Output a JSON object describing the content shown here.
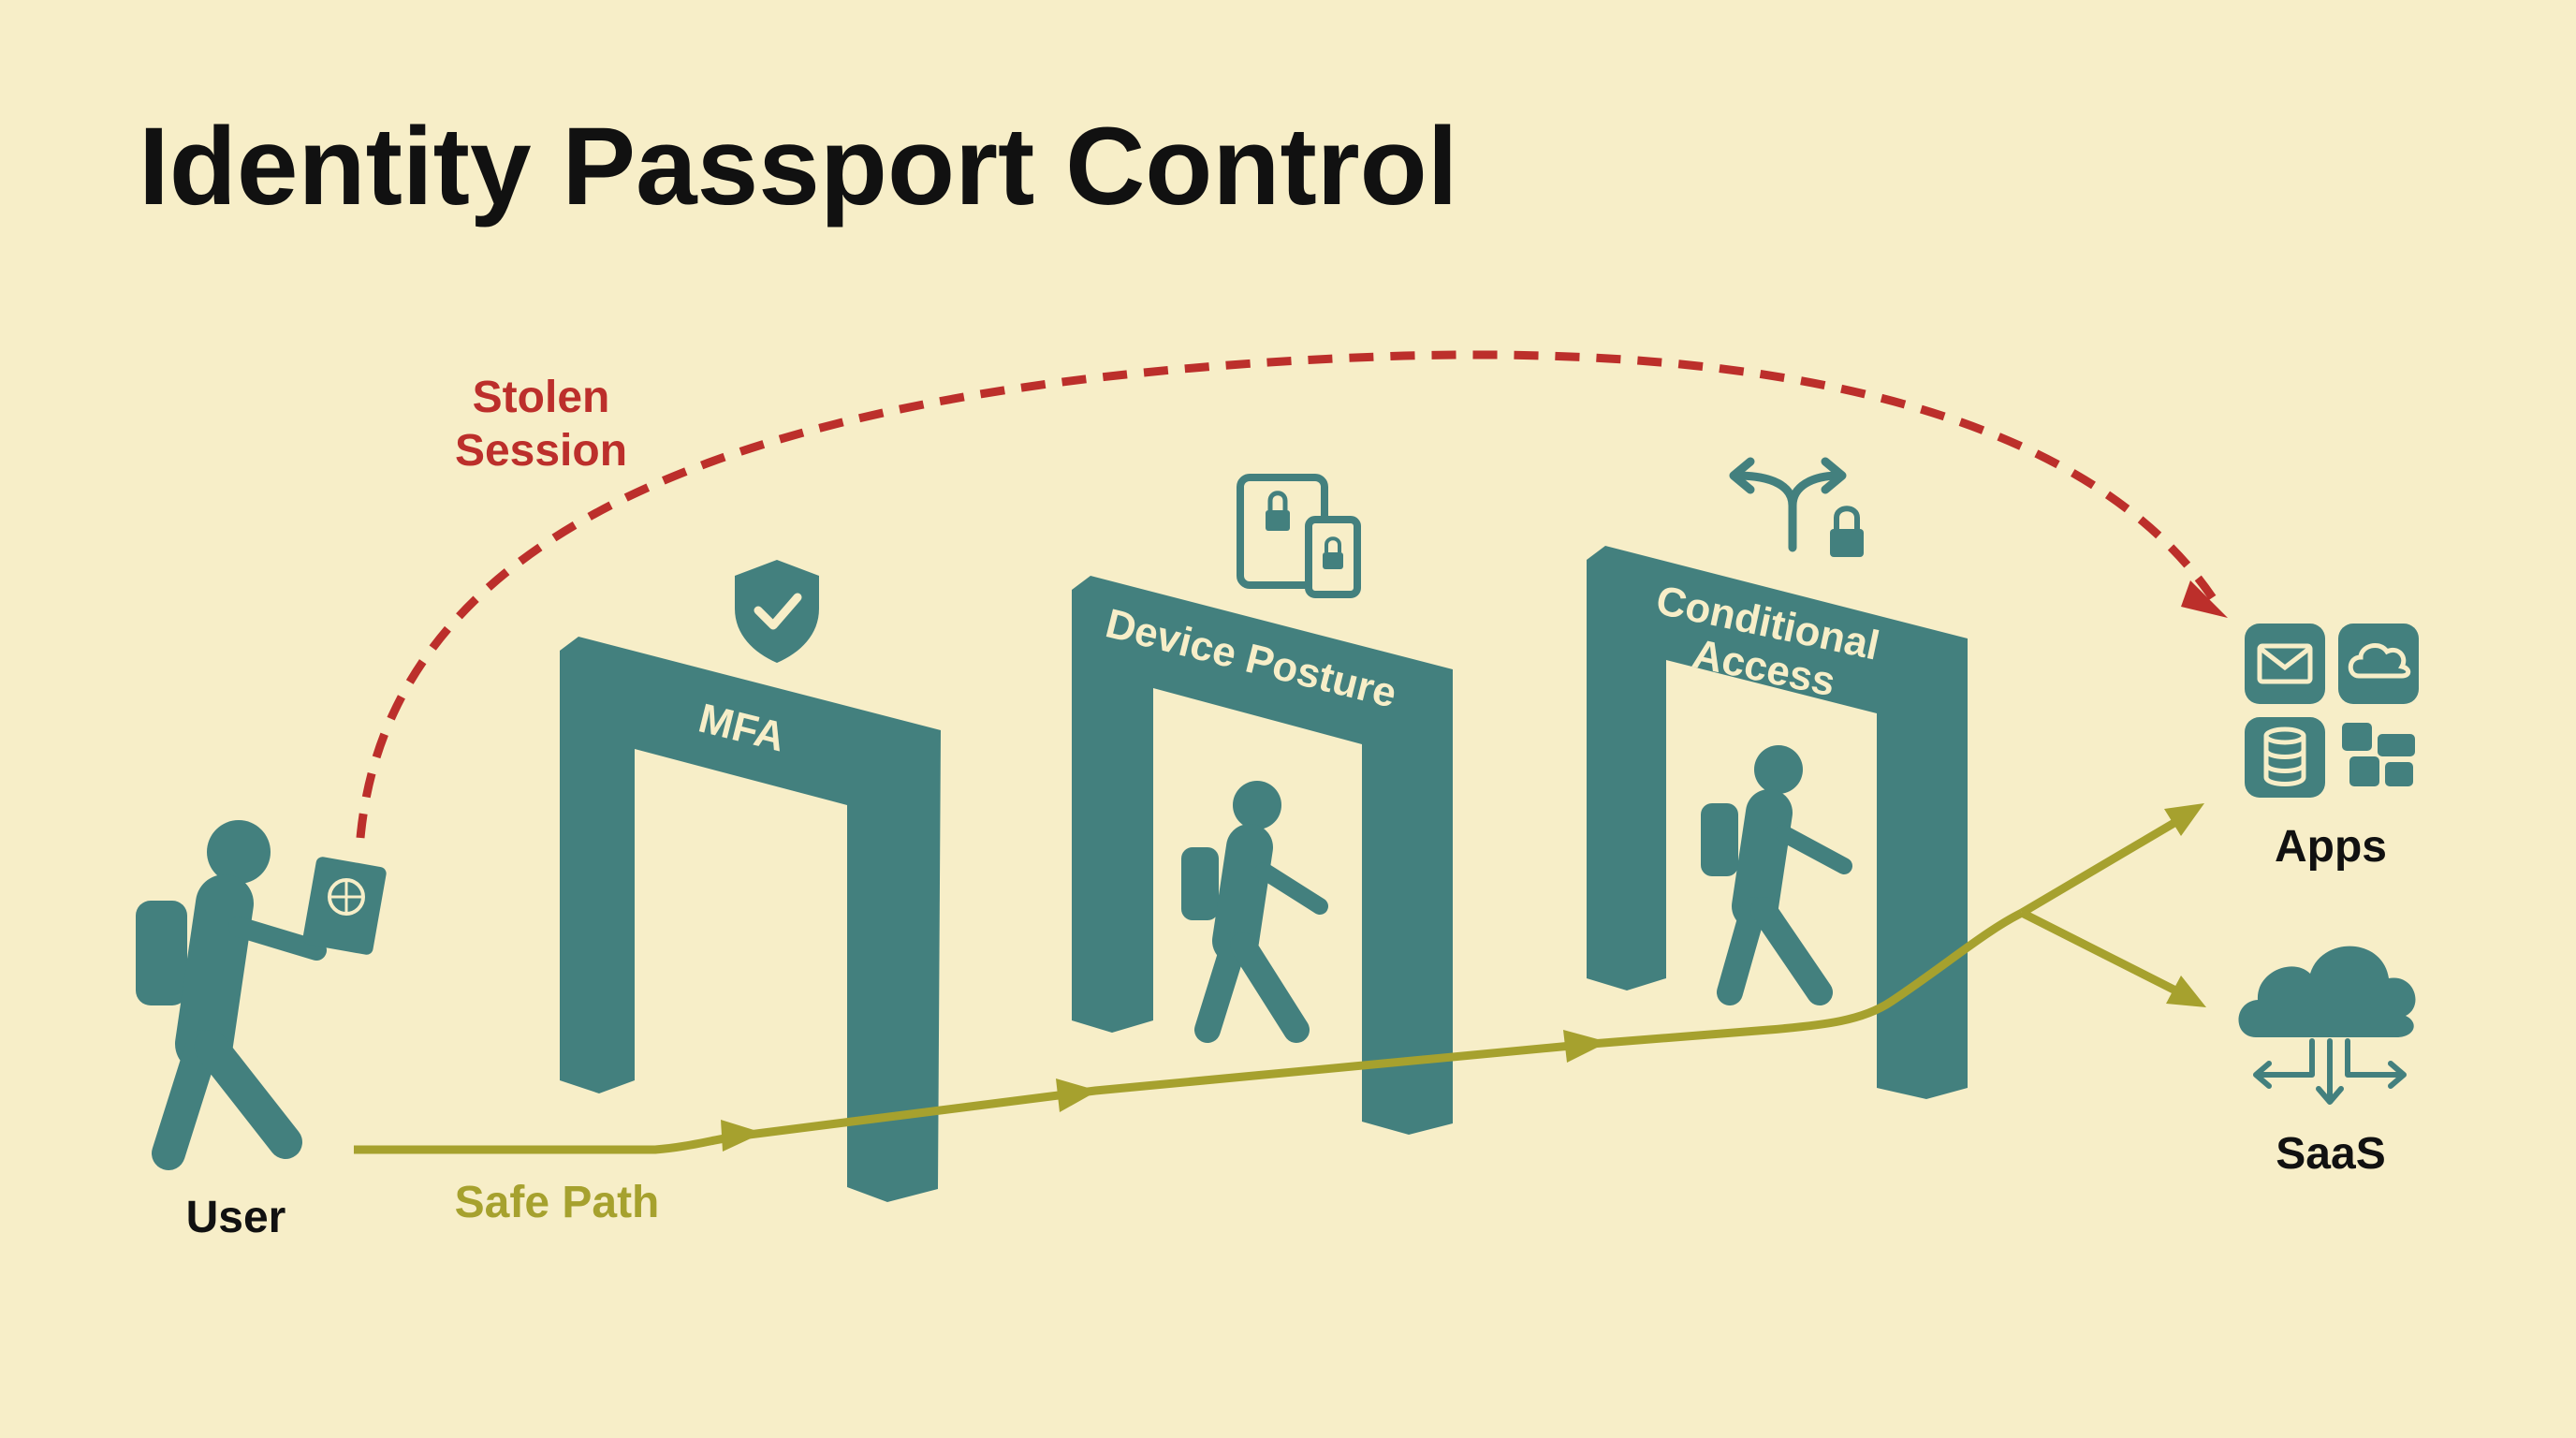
{
  "title": "Identity Passport Control",
  "colors": {
    "background": "#F7EEC8",
    "teal": "#43807E",
    "safe_path": "#A6A12E",
    "threat": "#BC2F2B",
    "text": "#111111"
  },
  "user": {
    "label": "User",
    "icon": "hiker-with-passport-icon"
  },
  "paths": {
    "safe": {
      "label": "Safe Path"
    },
    "threat": {
      "label_line1": "Stolen",
      "label_line2": "Session"
    }
  },
  "gates": [
    {
      "label": "MFA",
      "icon": "shield-check-icon"
    },
    {
      "label": "Device Posture",
      "icon": "devices-lock-icon"
    },
    {
      "label_line1": "Conditional",
      "label_line2": "Access",
      "icon": "branch-lock-icon"
    }
  ],
  "destinations": {
    "apps": {
      "label": "Apps",
      "icon": "app-grid-icon"
    },
    "saas": {
      "label": "SaaS",
      "icon": "cloud-sync-icon"
    }
  }
}
